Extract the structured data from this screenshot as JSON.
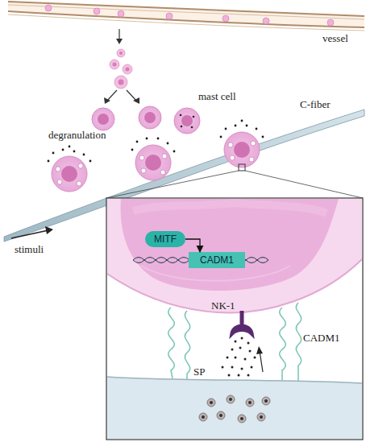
{
  "diagram": {
    "nodes": [
      {
        "text": [
          "MITF"
        ]
      },
      {
        "text": [
          "CADM1"
        ]
      }
    ],
    "edges": [
      {
        "from": 0,
        "to": 1,
        "arrow": "to"
      }
    ],
    "labels": [
      "vessel",
      "mast cell",
      "degranulation",
      "C-fiber",
      "stimuli",
      "NK-1",
      "CADM1",
      "SP"
    ]
  }
}
